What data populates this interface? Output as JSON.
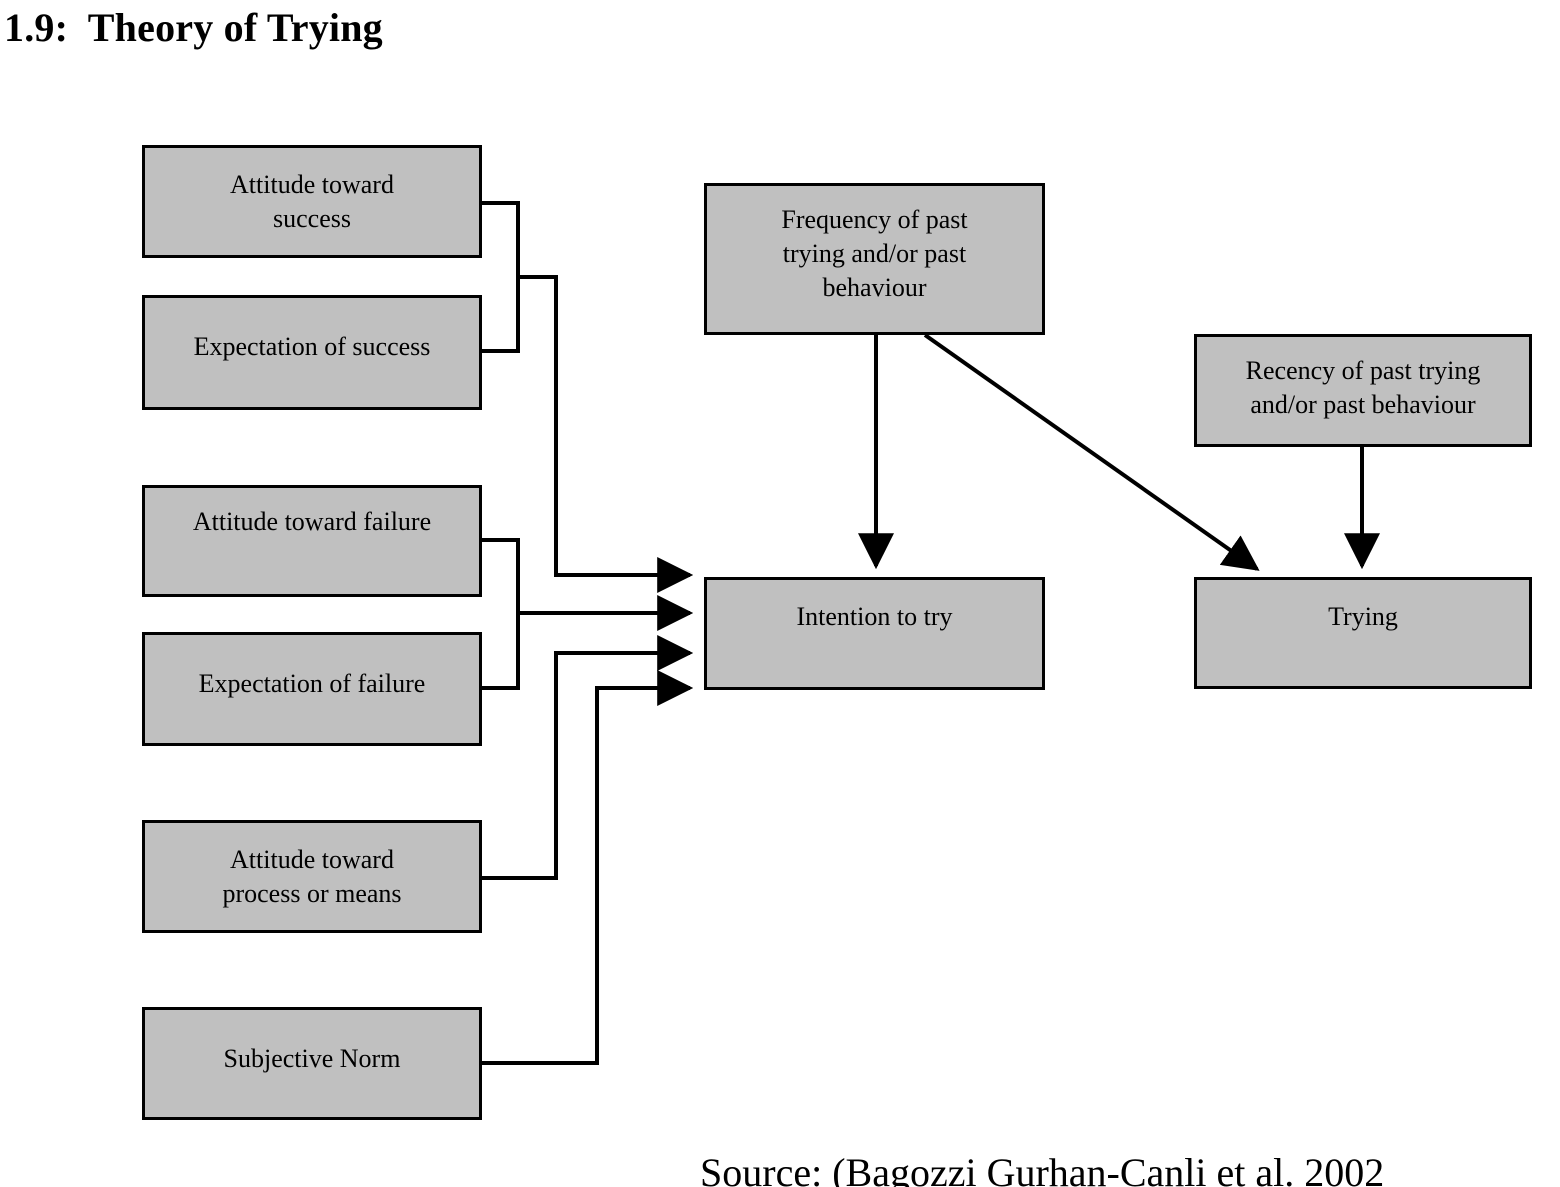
{
  "page": {
    "title": "1.9:  Theory of Trying",
    "source_note": "Source: (Bagozzi Gurhan-Canli et al. 2002",
    "background_color": "#ffffff",
    "node_fill_color": "#c0c0c0",
    "node_border_color": "#000000",
    "text_color": "#000000"
  },
  "nodes": {
    "attitude_success": {
      "label": "Attitude toward\nsuccess"
    },
    "expectation_success": {
      "label": "Expectation of success"
    },
    "attitude_failure": {
      "label": "Attitude toward failure"
    },
    "expectation_failure": {
      "label": "Expectation of failure"
    },
    "attitude_process": {
      "label": "Attitude toward\nprocess or means"
    },
    "subjective_norm": {
      "label": "Subjective Norm"
    },
    "frequency_past": {
      "label": "Frequency of past\ntrying and/or past\nbehaviour"
    },
    "recency_past": {
      "label": "Recency of past trying\nand/or past behaviour"
    },
    "intention_to_try": {
      "label": "Intention to try"
    },
    "trying": {
      "label": "Trying"
    }
  },
  "edges": [
    {
      "from": "attitude_success",
      "to": "intention_to_try",
      "style": "orthogonal-merge",
      "arrow": true
    },
    {
      "from": "expectation_success",
      "to": "intention_to_try",
      "style": "orthogonal-merge",
      "arrow": true
    },
    {
      "from": "attitude_failure",
      "to": "intention_to_try",
      "style": "orthogonal-merge",
      "arrow": true
    },
    {
      "from": "expectation_failure",
      "to": "intention_to_try",
      "style": "orthogonal-merge",
      "arrow": true
    },
    {
      "from": "attitude_process",
      "to": "intention_to_try",
      "style": "orthogonal",
      "arrow": true
    },
    {
      "from": "subjective_norm",
      "to": "intention_to_try",
      "style": "orthogonal",
      "arrow": true
    },
    {
      "from": "frequency_past",
      "to": "intention_to_try",
      "style": "straight-vertical",
      "arrow": true
    },
    {
      "from": "frequency_past",
      "to": "trying",
      "style": "diagonal",
      "arrow": true
    },
    {
      "from": "recency_past",
      "to": "trying",
      "style": "straight-vertical",
      "arrow": true
    }
  ]
}
